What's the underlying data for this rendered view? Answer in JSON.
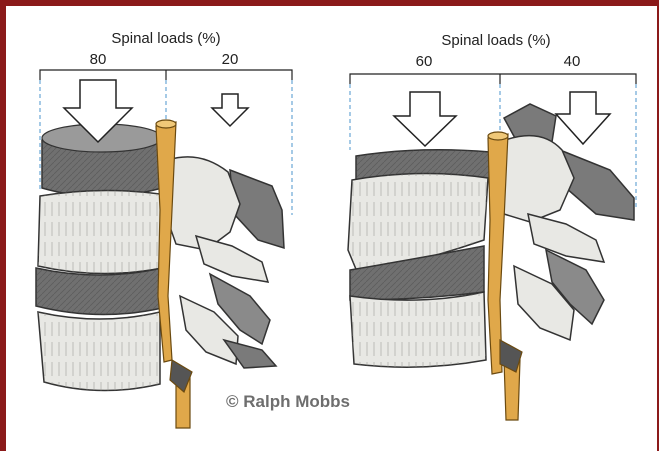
{
  "left_panel": {
    "title": "Spinal loads (%)",
    "front_load": "80",
    "back_load": "20"
  },
  "right_panel": {
    "title": "Spinal loads (%)",
    "front_load": "60",
    "back_load": "40"
  },
  "copyright": "© Ralph Mobbs",
  "colors": {
    "frame": "#8b1a1a",
    "bone": "#e8e8e4",
    "disc": "#6d6d6d",
    "nerve": "#e0a84a",
    "bracket_dash": "#6aa6d6"
  }
}
